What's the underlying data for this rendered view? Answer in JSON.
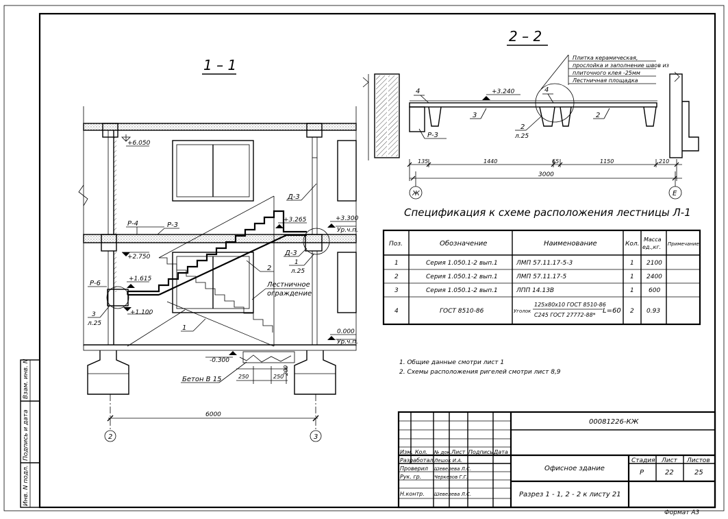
{
  "section_1": {
    "title": "1 – 1",
    "elev_top": "+6.050",
    "elev_landing_top": "+3.265",
    "elev_floor2": "+3.300",
    "floor2_label": "Ур.ч.п.",
    "elev_mid": "+2.750",
    "elev_low_landing": "+1.615",
    "elev_low": "+1.100",
    "elev_ground": "0.000",
    "ground_label": "Ур.ч.п.",
    "elev_pit": "-0.300",
    "beam_p4": "Р-4",
    "beam_p3": "Р-3",
    "beam_p6": "Р-6",
    "d3_top": "Д-3",
    "d3_mid": "Д-3",
    "node_3": "3",
    "node_3_sheet": "л.25",
    "node_1": "1",
    "node_1_sheet": "л.25",
    "flight_2": "2",
    "flight_1": "1",
    "railing_1": "Лестничное",
    "railing_2": "ограждение",
    "concrete": "Бетон В 15",
    "dim_250a": "250",
    "dim_250b": "250",
    "dim_200": "200",
    "dim_6000": "6000",
    "axis_2": "2",
    "axis_3": "3"
  },
  "section_2": {
    "title": "2 – 2",
    "note_lines": [
      "Плитка керамическая,",
      "прослойка и заполнение швов из",
      "плиточного клея       -25мм",
      "Лестничная площадка"
    ],
    "elev": "+3.240",
    "pos_4a": "4",
    "pos_4b": "4",
    "pos_3": "3",
    "pos_2a": "2",
    "pos_2a_sheet": "л.25",
    "pos_2b": "2",
    "beam_p3": "Р-3",
    "dims": [
      "135",
      "1440",
      "65",
      "1150",
      "210"
    ],
    "dim_total": "3000",
    "axis_zh": "Ж",
    "axis_e": "Е"
  },
  "spec": {
    "title": "Спецификация к схеме расположения лестницы Л-1",
    "headers": [
      "Поз.",
      "Обозначение",
      "Наименование",
      "Кол.",
      "Масса ед.,кг.",
      "Примечание"
    ],
    "rows": [
      {
        "pos": "1",
        "code": "Серия 1.050.1-2 вып.1",
        "name": "ЛМП 57.11.17-5-3",
        "qty": "1",
        "mass": "2100",
        "note": ""
      },
      {
        "pos": "2",
        "code": "Серия 1.050.1-2 вып.1",
        "name": "ЛМП 57.11.17-5",
        "qty": "1",
        "mass": "2400",
        "note": ""
      },
      {
        "pos": "3",
        "code": "Серия 1.050.1-2 вып.1",
        "name": "ЛПП 14.13В",
        "qty": "1",
        "mass": "600",
        "note": ""
      },
      {
        "pos": "4",
        "code": "ГОСТ 8510-86",
        "name_prefix": "Уголок",
        "name_top": "125х80х10 ГОСТ 8510-86",
        "name_bottom": "С245 ГОСТ 27772-88*",
        "name_suffix": "L=60",
        "qty": "2",
        "mass": "0.93",
        "note": ""
      }
    ]
  },
  "notes": [
    "1. Общие данные смотри лист 1",
    "2. Схемы расположения ригелей смотри лист 8,9"
  ],
  "stamp": {
    "doc_code": "00081226-КЖ",
    "header_cols": [
      "Изм.",
      "Кол.",
      "№ док.",
      "Лист",
      "Подпись",
      "Дата"
    ],
    "roles": [
      {
        "role": "Разработал",
        "name": "Лешок И.А."
      },
      {
        "role": "Проверил",
        "name": "Шевелева Л.С."
      },
      {
        "role": "Рук. гр.",
        "name": "Черкезов Г.Г."
      },
      {
        "role": "Н.контр.",
        "name": "Шевелева Л.С."
      }
    ],
    "building": "Офисное здание",
    "sheet_title": "Разрез 1 - 1, 2 - 2 к листу 21",
    "stage_label": "Стадия",
    "sheet_label": "Лист",
    "sheets_label": "Листов",
    "stage": "Р",
    "sheet": "22",
    "sheets": "25",
    "format": "Формат А3"
  },
  "side_stamp": [
    "Инв. N подл.",
    "Подпись и дата",
    "Взам. инв. N"
  ]
}
